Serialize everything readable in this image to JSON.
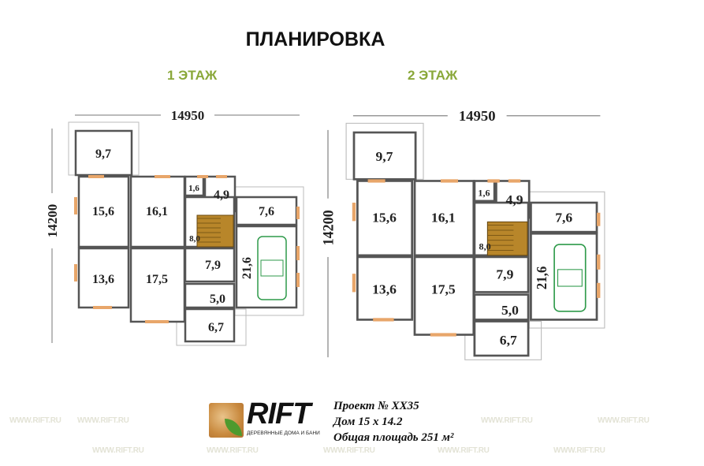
{
  "title": "ПЛАНИРОВКА",
  "floors": [
    {
      "label": "1 ЭТАЖ",
      "width_dim": "14950",
      "height_dim": "14200",
      "rooms": [
        "9,7",
        "15,6",
        "16,1",
        "13,6",
        "17,5",
        "1,6",
        "4,9",
        "8,0",
        "7,6",
        "21,6",
        "7,9",
        "5,0",
        "6,7"
      ]
    },
    {
      "label": "2 ЭТАЖ",
      "width_dim": "14950",
      "height_dim": "14200",
      "rooms": [
        "9,7",
        "15,6",
        "16,1",
        "13,6",
        "17,5",
        "1,6",
        "4,9",
        "8,0",
        "7,6",
        "21,6",
        "7,9",
        "5,0",
        "6,7"
      ]
    }
  ],
  "logo": {
    "name": "RIFT",
    "tagline": "ДЕРЕВЯННЫЕ ДОМА И БАНИ"
  },
  "project": {
    "number": "Проект № XX35",
    "house": "Дом 15 х 14.2",
    "area": "Общая площадь 251 м²"
  },
  "watermark": "WWW.RIFT.RU",
  "colors": {
    "wall": "#555555",
    "window": "#e8a66a",
    "stair": "#b8862a",
    "car": "#2e9a4a",
    "floor_title": "#8aa83a"
  }
}
